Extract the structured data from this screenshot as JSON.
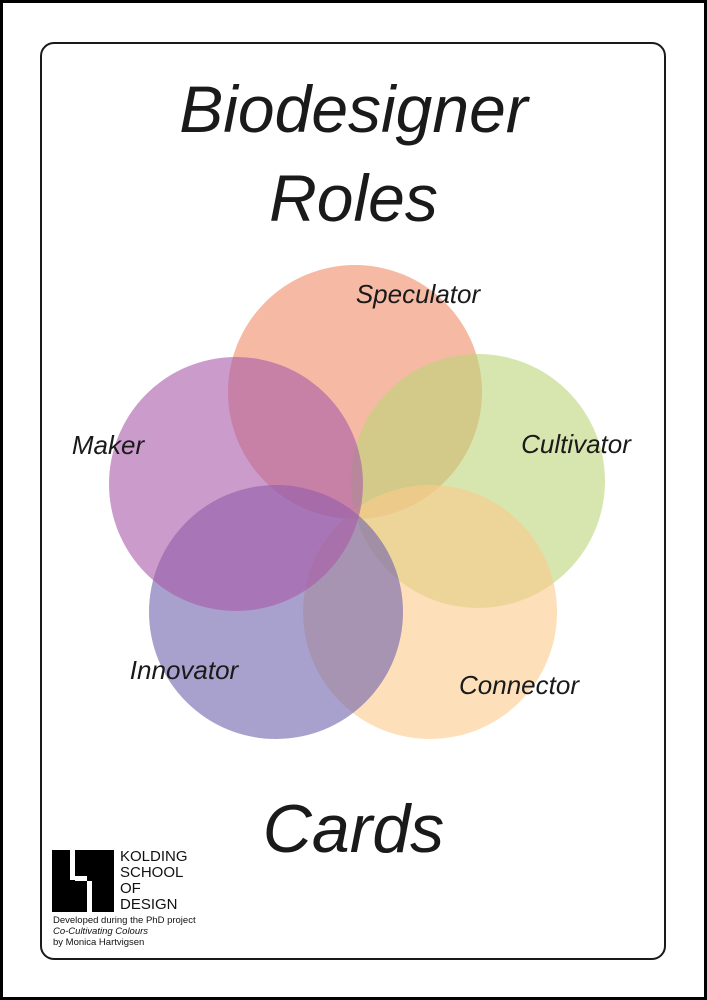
{
  "title": {
    "line1": "Biodesigner",
    "line2": "Roles"
  },
  "footer_title": "Cards",
  "diagram": {
    "roles": [
      {
        "id": "speculator",
        "label": "Speculator",
        "color": "#f08a68"
      },
      {
        "id": "cultivator",
        "label": "Cultivator",
        "color": "#bcd67a"
      },
      {
        "id": "connector",
        "label": "Connector",
        "color": "#fcc98a"
      },
      {
        "id": "innovator",
        "label": "Innovator",
        "color": "#6e62ae"
      },
      {
        "id": "maker",
        "label": "Maker",
        "color": "#a85aa8"
      }
    ]
  },
  "logo": {
    "lines": [
      "KOLDING",
      "SCHOOL",
      "OF",
      "DESIGN"
    ]
  },
  "credits": {
    "line1": "Developed during the PhD project",
    "line2": "Co-Cultivating Colours",
    "line3": "by Monica Hartvigsen"
  }
}
